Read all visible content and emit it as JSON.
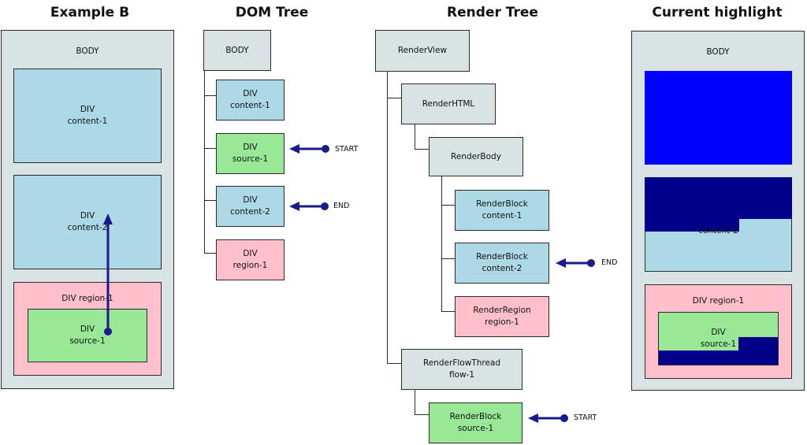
{
  "titles": {
    "example": "Example B",
    "dom": "DOM Tree",
    "render": "Render Tree",
    "highlight": "Current highlight"
  },
  "example": {
    "body": "BODY",
    "content1": [
      "DIV",
      "content-1"
    ],
    "content2": [
      "DIV",
      "content-2"
    ],
    "region": "DIV region-1",
    "source": [
      "DIV",
      "source-1"
    ]
  },
  "dom_tree": {
    "body": "BODY",
    "content1": [
      "DIV",
      "content-1"
    ],
    "source1": [
      "DIV",
      "source-1"
    ],
    "content2": [
      "DIV",
      "content-2"
    ],
    "region1": [
      "DIV",
      "region-1"
    ],
    "start_label": "START",
    "end_label": "END"
  },
  "render_tree": {
    "view": "RenderView",
    "html": "RenderHTML",
    "body": "RenderBody",
    "block1": [
      "RenderBlock",
      "content-1"
    ],
    "block2": [
      "RenderBlock",
      "content-2"
    ],
    "region": [
      "RenderRegion",
      "region-1"
    ],
    "flow": [
      "RenderFlowThread",
      "flow-1"
    ],
    "source_block": [
      "RenderBlock",
      "source-1"
    ],
    "end_label": "END",
    "start_label": "START"
  },
  "highlight": {
    "body": "BODY",
    "content2": "content-2",
    "region": "DIV region-1",
    "source": [
      "DIV",
      "source-1"
    ]
  },
  "colors": {
    "arrow": "#1a1a8c",
    "highlight_dark": "#00008b",
    "highlight_bright": "#0000ff"
  }
}
